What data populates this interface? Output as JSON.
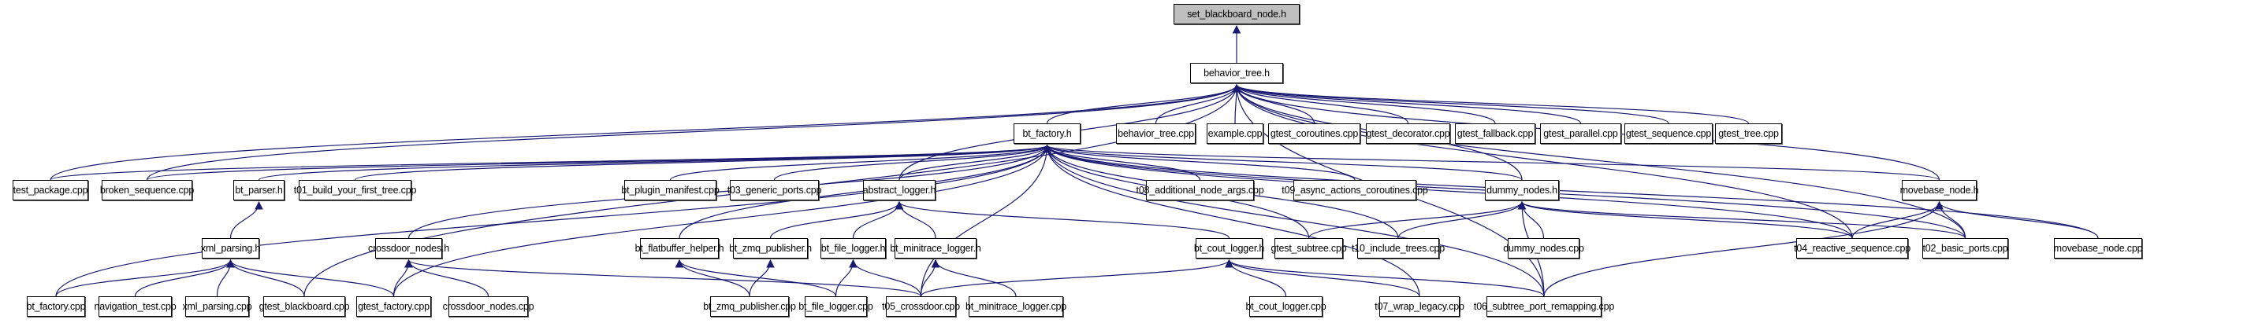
{
  "diagram": {
    "title": "set_blackboard_node.h",
    "edge_color": "#191970",
    "root_fill": "#bfbfbf",
    "node_fill": "#ffffff",
    "nodes": [
      {
        "id": "root",
        "label": "set_blackboard_node.h"
      },
      {
        "id": "behavior_tree_h",
        "label": "behavior_tree.h"
      },
      {
        "id": "bt_factory_h",
        "label": "bt_factory.h"
      },
      {
        "id": "behavior_tree_cpp",
        "label": "behavior_tree.cpp"
      },
      {
        "id": "example_cpp",
        "label": "example.cpp"
      },
      {
        "id": "gtest_coroutines_cpp",
        "label": "gtest_coroutines.cpp"
      },
      {
        "id": "gtest_decorator_cpp",
        "label": "gtest_decorator.cpp"
      },
      {
        "id": "gtest_fallback_cpp",
        "label": "gtest_fallback.cpp"
      },
      {
        "id": "gtest_parallel_cpp",
        "label": "gtest_parallel.cpp"
      },
      {
        "id": "gtest_sequence_cpp",
        "label": "gtest_sequence.cpp"
      },
      {
        "id": "gtest_tree_cpp",
        "label": "gtest_tree.cpp"
      },
      {
        "id": "test_package_cpp",
        "label": "test_package.cpp"
      },
      {
        "id": "broken_sequence_cpp",
        "label": "broken_sequence.cpp"
      },
      {
        "id": "bt_parser_h",
        "label": "bt_parser.h"
      },
      {
        "id": "t01_cpp",
        "label": "t01_build_your_first_tree.cpp"
      },
      {
        "id": "bt_plugin_manifest_cpp",
        "label": "bt_plugin_manifest.cpp"
      },
      {
        "id": "t03_cpp",
        "label": "t03_generic_ports.cpp"
      },
      {
        "id": "abstract_logger_h",
        "label": "abstract_logger.h"
      },
      {
        "id": "t08_cpp",
        "label": "t08_additional_node_args.cpp"
      },
      {
        "id": "t09_cpp",
        "label": "t09_async_actions_coroutines.cpp"
      },
      {
        "id": "dummy_nodes_h",
        "label": "dummy_nodes.h"
      },
      {
        "id": "movebase_node_h",
        "label": "movebase_node.h"
      },
      {
        "id": "xml_parsing_h",
        "label": "xml_parsing.h"
      },
      {
        "id": "crossdoor_nodes_h",
        "label": "crossdoor_nodes.h"
      },
      {
        "id": "bt_flatbuffer_helper_h",
        "label": "bt_flatbuffer_helper.h"
      },
      {
        "id": "bt_zmq_publisher_h",
        "label": "bt_zmq_publisher.h"
      },
      {
        "id": "bt_file_logger_h",
        "label": "bt_file_logger.h"
      },
      {
        "id": "bt_minitrace_logger_h",
        "label": "bt_minitrace_logger.h"
      },
      {
        "id": "bt_cout_logger_h",
        "label": "bt_cout_logger.h"
      },
      {
        "id": "gtest_subtree_cpp",
        "label": "gtest_subtree.cpp"
      },
      {
        "id": "t10_cpp",
        "label": "t10_include_trees.cpp"
      },
      {
        "id": "dummy_nodes_cpp",
        "label": "dummy_nodes.cpp"
      },
      {
        "id": "t04_cpp",
        "label": "t04_reactive_sequence.cpp"
      },
      {
        "id": "t02_cpp",
        "label": "t02_basic_ports.cpp"
      },
      {
        "id": "movebase_node_cpp",
        "label": "movebase_node.cpp"
      },
      {
        "id": "bt_factory_cpp",
        "label": "bt_factory.cpp"
      },
      {
        "id": "navigation_test_cpp",
        "label": "navigation_test.cpp"
      },
      {
        "id": "xml_parsing_cpp",
        "label": "xml_parsing.cpp"
      },
      {
        "id": "gtest_blackboard_cpp",
        "label": "gtest_blackboard.cpp"
      },
      {
        "id": "gtest_factory_cpp",
        "label": "gtest_factory.cpp"
      },
      {
        "id": "crossdoor_nodes_cpp",
        "label": "crossdoor_nodes.cpp"
      },
      {
        "id": "bt_zmq_publisher_cpp",
        "label": "bt_zmq_publisher.cpp"
      },
      {
        "id": "bt_file_logger_cpp",
        "label": "bt_file_logger.cpp"
      },
      {
        "id": "t05_cpp",
        "label": "t05_crossdoor.cpp"
      },
      {
        "id": "bt_minitrace_logger_cpp",
        "label": "bt_minitrace_logger.cpp"
      },
      {
        "id": "bt_cout_logger_cpp",
        "label": "bt_cout_logger.cpp"
      },
      {
        "id": "t07_cpp",
        "label": "t07_wrap_legacy.cpp"
      },
      {
        "id": "t06_cpp",
        "label": "t06_subtree_port_remapping.cpp"
      }
    ],
    "edges": [
      [
        "behavior_tree_h",
        "root"
      ],
      [
        "bt_factory_h",
        "behavior_tree_h"
      ],
      [
        "behavior_tree_cpp",
        "behavior_tree_h"
      ],
      [
        "example_cpp",
        "behavior_tree_h"
      ],
      [
        "gtest_coroutines_cpp",
        "behavior_tree_h"
      ],
      [
        "gtest_decorator_cpp",
        "behavior_tree_h"
      ],
      [
        "gtest_fallback_cpp",
        "behavior_tree_h"
      ],
      [
        "gtest_parallel_cpp",
        "behavior_tree_h"
      ],
      [
        "gtest_sequence_cpp",
        "behavior_tree_h"
      ],
      [
        "gtest_tree_cpp",
        "behavior_tree_h"
      ],
      [
        "test_package_cpp",
        "behavior_tree_h"
      ],
      [
        "broken_sequence_cpp",
        "behavior_tree_h"
      ],
      [
        "abstract_logger_h",
        "behavior_tree_h"
      ],
      [
        "dummy_nodes_h",
        "behavior_tree_h"
      ],
      [
        "movebase_node_h",
        "behavior_tree_h"
      ],
      [
        "gtest_blackboard_cpp",
        "behavior_tree_h"
      ],
      [
        "t04_cpp",
        "behavior_tree_h"
      ],
      [
        "t02_cpp",
        "behavior_tree_h"
      ],
      [
        "t06_cpp",
        "behavior_tree_h"
      ],
      [
        "test_package_cpp",
        "bt_factory_h"
      ],
      [
        "broken_sequence_cpp",
        "bt_factory_h"
      ],
      [
        "bt_parser_h",
        "bt_factory_h"
      ],
      [
        "t01_cpp",
        "bt_factory_h"
      ],
      [
        "bt_plugin_manifest_cpp",
        "bt_factory_h"
      ],
      [
        "t03_cpp",
        "bt_factory_h"
      ],
      [
        "abstract_logger_h",
        "bt_factory_h"
      ],
      [
        "t08_cpp",
        "bt_factory_h"
      ],
      [
        "t09_cpp",
        "bt_factory_h"
      ],
      [
        "dummy_nodes_h",
        "bt_factory_h"
      ],
      [
        "movebase_node_h",
        "bt_factory_h"
      ],
      [
        "crossdoor_nodes_h",
        "bt_factory_h"
      ],
      [
        "bt_flatbuffer_helper_h",
        "bt_factory_h"
      ],
      [
        "bt_factory_cpp",
        "bt_factory_h"
      ],
      [
        "gtest_factory_cpp",
        "bt_factory_h"
      ],
      [
        "gtest_subtree_cpp",
        "bt_factory_h"
      ],
      [
        "t10_cpp",
        "bt_factory_h"
      ],
      [
        "t04_cpp",
        "bt_factory_h"
      ],
      [
        "t02_cpp",
        "bt_factory_h"
      ],
      [
        "t05_cpp",
        "bt_factory_h"
      ],
      [
        "t07_cpp",
        "bt_factory_h"
      ],
      [
        "t06_cpp",
        "bt_factory_h"
      ],
      [
        "movebase_node_cpp",
        "bt_factory_h"
      ],
      [
        "xml_parsing_h",
        "bt_parser_h"
      ],
      [
        "bt_factory_cpp",
        "xml_parsing_h"
      ],
      [
        "navigation_test_cpp",
        "xml_parsing_h"
      ],
      [
        "xml_parsing_cpp",
        "xml_parsing_h"
      ],
      [
        "gtest_blackboard_cpp",
        "xml_parsing_h"
      ],
      [
        "gtest_factory_cpp",
        "xml_parsing_h"
      ],
      [
        "bt_zmq_publisher_h",
        "abstract_logger_h"
      ],
      [
        "bt_file_logger_h",
        "abstract_logger_h"
      ],
      [
        "bt_minitrace_logger_h",
        "abstract_logger_h"
      ],
      [
        "bt_cout_logger_h",
        "abstract_logger_h"
      ],
      [
        "gtest_factory_cpp",
        "crossdoor_nodes_h"
      ],
      [
        "crossdoor_nodes_cpp",
        "crossdoor_nodes_h"
      ],
      [
        "t05_cpp",
        "crossdoor_nodes_h"
      ],
      [
        "bt_zmq_publisher_cpp",
        "bt_flatbuffer_helper_h"
      ],
      [
        "bt_file_logger_cpp",
        "bt_flatbuffer_helper_h"
      ],
      [
        "bt_zmq_publisher_cpp",
        "bt_zmq_publisher_h"
      ],
      [
        "bt_file_logger_cpp",
        "bt_file_logger_h"
      ],
      [
        "t05_cpp",
        "bt_file_logger_h"
      ],
      [
        "t05_cpp",
        "bt_minitrace_logger_h"
      ],
      [
        "bt_minitrace_logger_cpp",
        "bt_minitrace_logger_h"
      ],
      [
        "t05_cpp",
        "bt_cout_logger_h"
      ],
      [
        "bt_cout_logger_cpp",
        "bt_cout_logger_h"
      ],
      [
        "t07_cpp",
        "bt_cout_logger_h"
      ],
      [
        "t06_cpp",
        "bt_cout_logger_h"
      ],
      [
        "gtest_subtree_cpp",
        "dummy_nodes_h"
      ],
      [
        "t10_cpp",
        "dummy_nodes_h"
      ],
      [
        "dummy_nodes_cpp",
        "dummy_nodes_h"
      ],
      [
        "t04_cpp",
        "dummy_nodes_h"
      ],
      [
        "t02_cpp",
        "dummy_nodes_h"
      ],
      [
        "t06_cpp",
        "dummy_nodes_h"
      ],
      [
        "t04_cpp",
        "movebase_node_h"
      ],
      [
        "t02_cpp",
        "movebase_node_h"
      ],
      [
        "movebase_node_cpp",
        "movebase_node_h"
      ],
      [
        "t06_cpp",
        "movebase_node_h"
      ]
    ]
  }
}
